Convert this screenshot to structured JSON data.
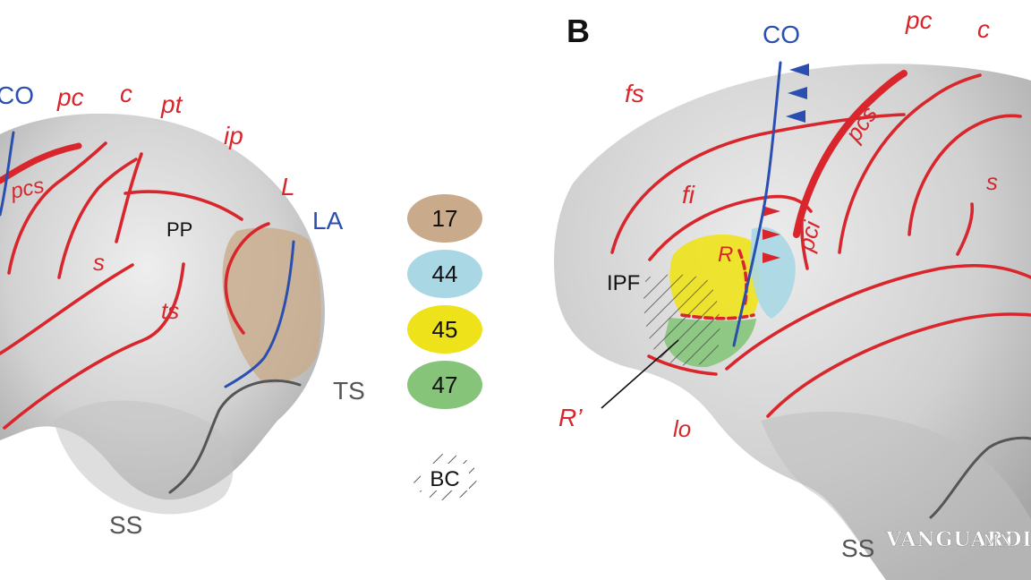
{
  "panel_b": {
    "letter": "B",
    "labels": {
      "co": "CO",
      "pc": "pc",
      "c": "c",
      "fs": "fs",
      "pcs": "pcs",
      "fi": "fi",
      "s": "s",
      "pci": "pci",
      "r": "R",
      "ipf": "IPF",
      "r_prime": "R’",
      "lo": "lo",
      "ss": "SS"
    }
  },
  "panel_a": {
    "labels": {
      "co": "CO",
      "pc": "pc",
      "c": "c",
      "pt": "pt",
      "ip": "ip",
      "pcs": "pcs",
      "l": "L",
      "la": "LA",
      "pp": "PP",
      "s": "s",
      "ts": "ts",
      "ts_caps": "TS",
      "ss": "SS"
    }
  },
  "legend": [
    {
      "label": "17",
      "color": "#c9ab8c"
    },
    {
      "label": "44",
      "color": "#a9d8e4"
    },
    {
      "label": "45",
      "color": "#eee21a"
    },
    {
      "label": "47",
      "color": "#86c47a"
    }
  ],
  "legend_hatch_label": "BC",
  "watermark": "VANGUARDIA",
  "watermark_suffix": "MX",
  "colors": {
    "sulcus_red": "#d8262c",
    "sulcus_blue": "#2b4fb0",
    "sulcus_gray": "#555555",
    "brain": "#cfcfcf"
  }
}
